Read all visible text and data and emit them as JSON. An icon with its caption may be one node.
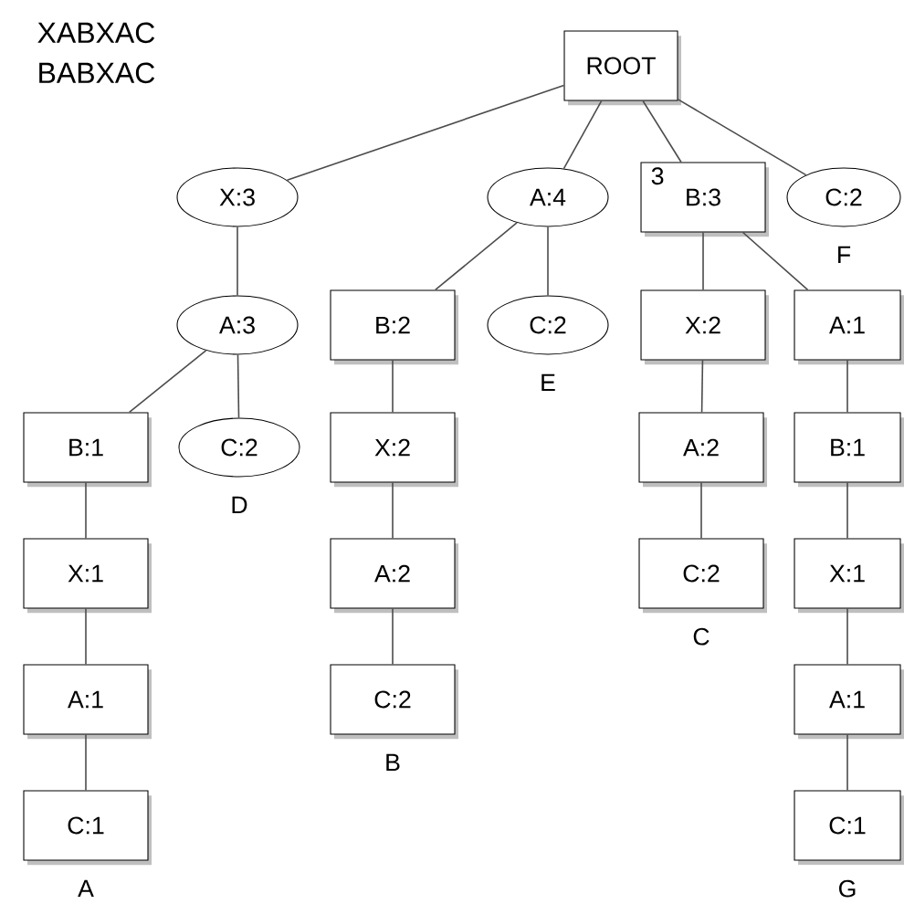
{
  "diagram": {
    "nodes": [
      {
        "text": [
          "ROOT"
        ]
      },
      {
        "text": [
          "X:3"
        ]
      },
      {
        "text": [
          "A:4"
        ]
      },
      {
        "text": [
          "3",
          "B:3"
        ]
      },
      {
        "text": [
          "C:2"
        ],
        "beside": [
          "F"
        ]
      },
      {
        "text": [
          "A:3"
        ]
      },
      {
        "text": [
          "B:2"
        ]
      },
      {
        "text": [
          "C:2"
        ],
        "beside": [
          "E"
        ]
      },
      {
        "text": [
          "X:2"
        ]
      },
      {
        "text": [
          "A:1"
        ]
      },
      {
        "text": [
          "B:1"
        ]
      },
      {
        "text": [
          "C:2"
        ],
        "beside": [
          "D"
        ]
      },
      {
        "text": [
          "X:2"
        ]
      },
      {
        "text": [
          "A:2"
        ]
      },
      {
        "text": [
          "B:1"
        ]
      },
      {
        "text": [
          "X:1"
        ]
      },
      {
        "text": [
          "A:2"
        ]
      },
      {
        "text": [
          "C:2"
        ],
        "beside": [
          "C"
        ]
      },
      {
        "text": [
          "X:1"
        ]
      },
      {
        "text": [
          "A:1"
        ]
      },
      {
        "text": [
          "C:2"
        ],
        "beside": [
          "B"
        ]
      },
      {
        "text": [
          "A:1"
        ]
      },
      {
        "text": [
          "C:1"
        ],
        "beside": [
          "A"
        ]
      },
      {
        "text": [
          "C:1"
        ],
        "beside": [
          "G"
        ]
      }
    ],
    "edges": [
      {
        "from": 0,
        "to": 1,
        "arrow": "none"
      },
      {
        "from": 0,
        "to": 2,
        "arrow": "none"
      },
      {
        "from": 0,
        "to": 3,
        "arrow": "none"
      },
      {
        "from": 0,
        "to": 4,
        "arrow": "none"
      },
      {
        "from": 1,
        "to": 5,
        "arrow": "none"
      },
      {
        "from": 2,
        "to": 6,
        "arrow": "none"
      },
      {
        "from": 2,
        "to": 7,
        "arrow": "none"
      },
      {
        "from": 3,
        "to": 8,
        "arrow": "none"
      },
      {
        "from": 3,
        "to": 9,
        "arrow": "none"
      },
      {
        "from": 5,
        "to": 10,
        "arrow": "none"
      },
      {
        "from": 5,
        "to": 11,
        "arrow": "none"
      },
      {
        "from": 6,
        "to": 12,
        "arrow": "none"
      },
      {
        "from": 8,
        "to": 13,
        "arrow": "none"
      },
      {
        "from": 9,
        "to": 14,
        "arrow": "none"
      },
      {
        "from": 10,
        "to": 15,
        "arrow": "none"
      },
      {
        "from": 12,
        "to": 16,
        "arrow": "none"
      },
      {
        "from": 13,
        "to": 17,
        "arrow": "none"
      },
      {
        "from": 14,
        "to": 18,
        "arrow": "none"
      },
      {
        "from": 15,
        "to": 19,
        "arrow": "none"
      },
      {
        "from": 16,
        "to": 20,
        "arrow": "none"
      },
      {
        "from": 18,
        "to": 21,
        "arrow": "none"
      },
      {
        "from": 19,
        "to": 22,
        "arrow": "none"
      },
      {
        "from": 21,
        "to": 23,
        "arrow": "none"
      }
    ],
    "labels": [
      "XABXAC",
      "BABXAC"
    ]
  }
}
